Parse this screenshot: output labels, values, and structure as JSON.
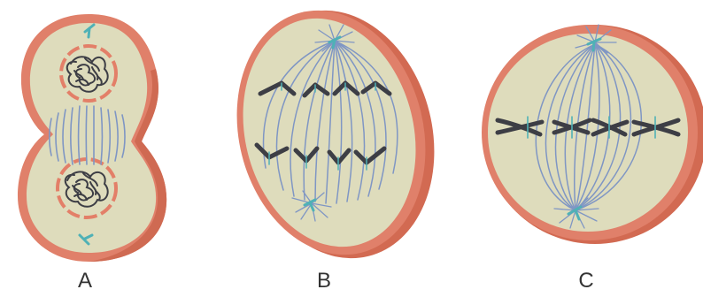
{
  "panels": [
    {
      "label": "A",
      "stage": "telophase"
    },
    {
      "label": "B",
      "stage": "anaphase"
    },
    {
      "label": "C",
      "stage": "metaphase"
    }
  ],
  "colors": {
    "membrane": "#e0806a",
    "membrane_shadow": "#d66c55",
    "cytoplasm": "#dedcbc",
    "spindle": "#7f96c4",
    "chromosome": "#3d3e45",
    "centriole": "#4fb1b6",
    "nuclear_envelope": "#e37f68",
    "background": "#ffffff"
  }
}
